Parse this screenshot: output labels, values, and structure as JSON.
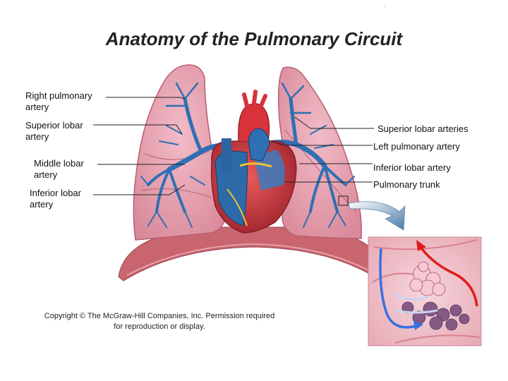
{
  "title": "Anatomy of the Pulmonary Circuit",
  "labels": {
    "right_pulmonary_artery": [
      "Right pulmonary",
      "artery"
    ],
    "superior_lobar_artery": [
      "Superior lobar",
      "artery"
    ],
    "middle_lobar_artery": [
      "Middle lobar",
      "artery"
    ],
    "inferior_lobar_artery_left_side": [
      "Inferior lobar",
      "artery"
    ],
    "superior_lobar_arteries": "Superior lobar arteries",
    "left_pulmonary_artery": "Left pulmonary artery",
    "inferior_lobar_artery_right_side": "Inferior lobar artery",
    "pulmonary_trunk": "Pulmonary trunk"
  },
  "copyright": [
    "Copyright © The McGraw-Hill Companies, Inc. Permission required",
    "for reproduction or display."
  ],
  "colors": {
    "lung": "#e8a6b4",
    "lung_edge": "#b85f74",
    "artery_blue": "#2f6fb4",
    "heart_red": "#d9323a",
    "diaphragm": "#c9656e",
    "arrow_red": "#e01b1b",
    "arrow_blue": "#3a6fe0"
  }
}
